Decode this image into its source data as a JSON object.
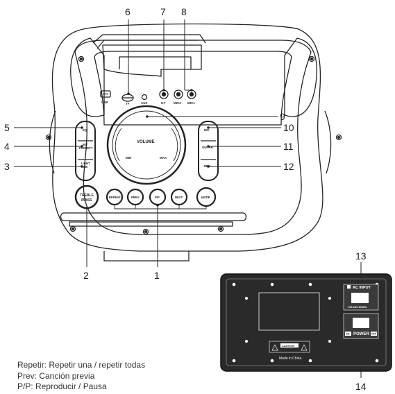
{
  "top_panel": {
    "jacks": {
      "usb": "USB",
      "tf": "TF",
      "aux": "AUX",
      "gt": "GT",
      "mic2": "MIC2",
      "mic1": "MIC1"
    },
    "left_buttons": {
      "eq": "EQ",
      "bt_line1": "BT/",
      "bt_line2": "PRIORITY",
      "light_line1": "LIGHT",
      "light_line2": "BB"
    },
    "volume_knob": {
      "label": "VOLUME",
      "min": "MIN",
      "max": "MAX"
    },
    "right_buttons": {
      "mic": "MIC",
      "guitar": "GUITAR",
      "rec": "REC"
    },
    "bottom_buttons": {
      "treble_line1": "TREBLE",
      "treble_line2": "/BASS",
      "repeat": "REPEAT",
      "prev": "PREV",
      "pp": "P/P",
      "next": "NEXT",
      "mode": "MODE"
    }
  },
  "back_panel": {
    "ac_input": "AC INPUT",
    "voltage": "~100-240V 50/60Hz",
    "power": "POWER",
    "on": "ON",
    "off": "OFF",
    "caution": "CAUTION",
    "made_in": "Made in China"
  },
  "callouts": [
    "1",
    "2",
    "3",
    "4",
    "5",
    "6",
    "7",
    "8",
    "9",
    "10",
    "11",
    "12",
    "13",
    "14"
  ],
  "legend": [
    "Repetir: Repetir una / repetir todas",
    "Prev: Canción previa",
    "P/P: Reproducir / Pausa"
  ]
}
